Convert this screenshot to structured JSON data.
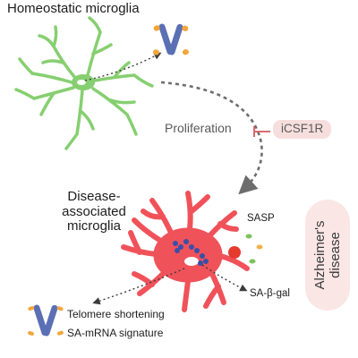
{
  "labels": {
    "homeostatic": "Homeostatic microglia",
    "disease_associated": "Disease-associated microglia",
    "proliferation": "Proliferation",
    "inhibitor": "iCSF1R",
    "sasp": "SASP",
    "sa_beta_gal": "SA-β-gal",
    "telomere": "Telomere shortening",
    "sa_mrna": "SA-mRNA signature",
    "alzheimers_line1": "Alzheimer's",
    "alzheimers_line2": "disease"
  },
  "colors": {
    "homeostatic_cell": "#86cf70",
    "disease_cell": "#f0525a",
    "chromosome_body": "#5b6fb5",
    "telomere_cap": "#f2a53a",
    "arrow": "#6d6d6d",
    "inhibitor_bar": "#d9575f",
    "sasp_red": "#e53b2f",
    "sasp_green": "#7cc35a",
    "sasp_orange": "#f4b04a",
    "lysosome": "#3b4fa6",
    "pill_bg": "#fbe6e6"
  }
}
